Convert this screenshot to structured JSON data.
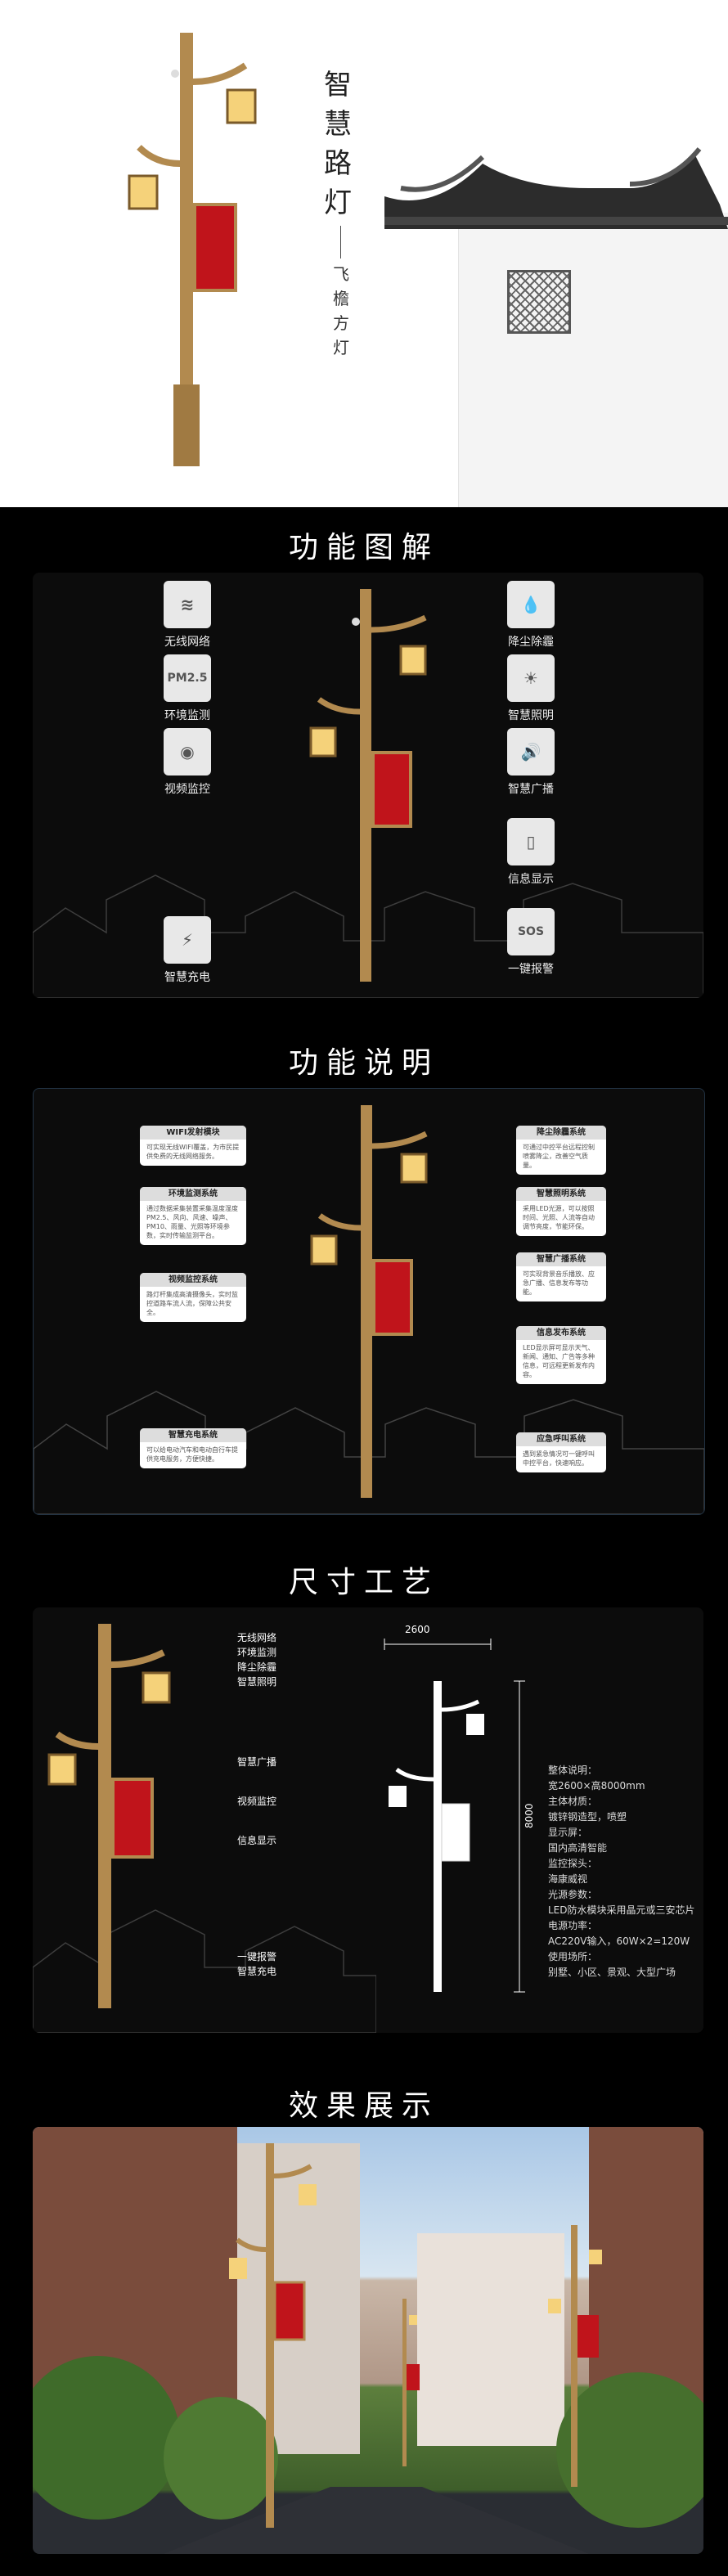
{
  "hero": {
    "title_chars": [
      "智",
      "慧",
      "路",
      "灯"
    ],
    "sub_chars": [
      "飞",
      "檐",
      "方",
      "灯"
    ]
  },
  "sections": {
    "function_diagram": "功能图解",
    "function_desc": "功能说明",
    "dimensions": "尺寸工艺",
    "effect": "效果展示"
  },
  "features": {
    "left": [
      {
        "icon": "wifi-icon",
        "glyph": "≋",
        "label": "无线网络"
      },
      {
        "icon": "pm25-icon",
        "glyph": "PM2.5",
        "label": "环境监测"
      },
      {
        "icon": "camera-icon",
        "glyph": "◉",
        "label": "视频监控"
      },
      {
        "icon": "charger-icon",
        "glyph": "⚡",
        "label": "智慧充电"
      }
    ],
    "right": [
      {
        "icon": "droplet-icon",
        "glyph": "💧",
        "label": "降尘除霾"
      },
      {
        "icon": "sun-icon",
        "glyph": "☀",
        "label": "智慧照明"
      },
      {
        "icon": "speaker-icon",
        "glyph": "🔊",
        "label": "智慧广播"
      },
      {
        "icon": "tablet-icon",
        "glyph": "▯",
        "label": "信息显示"
      },
      {
        "icon": "sos-icon",
        "glyph": "SOS",
        "label": "一键报警"
      }
    ]
  },
  "descriptions": {
    "left": [
      {
        "title": "WIFI发射模块",
        "text": "可实现无线WIFI覆盖，为市民提供免费的无线网络服务。"
      },
      {
        "title": "环境监测系统",
        "text": "通过数据采集装置采集温度湿度PM2.5、风向、风速、噪声、PM10、雨量、光照等环境参数，实时传输监测平台。"
      },
      {
        "title": "视频监控系统",
        "text": "路灯杆集成高清摄像头，实时监控道路车流人流，保障公共安全。"
      },
      {
        "title": "智慧充电系统",
        "text": "可以给电动汽车和电动自行车提供充电服务，方便快捷。"
      }
    ],
    "right": [
      {
        "title": "降尘除霾系统",
        "text": "可通过中控平台远程控制喷雾降尘，改善空气质量。"
      },
      {
        "title": "智慧照明系统",
        "text": "采用LED光源，可以按照时间、光照、人流等自动调节亮度，节能环保。"
      },
      {
        "title": "智慧广播系统",
        "text": "可实现背景音乐播放、应急广播、信息发布等功能。"
      },
      {
        "title": "信息发布系统",
        "text": "LED显示屏可显示天气、新闻、通知、广告等多种信息，可远程更新发布内容。"
      },
      {
        "title": "应急呼叫系统",
        "text": "遇到紧急情况可一键呼叫中控平台，快速响应。"
      }
    ]
  },
  "dimensions": {
    "labels": [
      "无线网络",
      "环境监测",
      "降尘除霾",
      "智慧照明",
      "智慧广播",
      "视频监控",
      "信息显示",
      "一键报警",
      "智慧充电"
    ],
    "width": "2600",
    "height": "8000",
    "spec": [
      "整体说明：",
      "宽2600×高8000mm",
      "主体材质：",
      "镀锌钢造型，喷塑",
      "显示屏：",
      "国内高清智能",
      "监控探头：",
      "海康威视",
      "光源参数：",
      "LED防水模块采用晶元或三安芯片",
      "电源功率：",
      "AC220V输入，60W×2=120W",
      "使用场所：",
      "别墅、小区、景观、大型广场"
    ]
  },
  "colors": {
    "pole": "#b28a4f",
    "screen": "#c0141b",
    "lamp": "#f5d27a"
  }
}
